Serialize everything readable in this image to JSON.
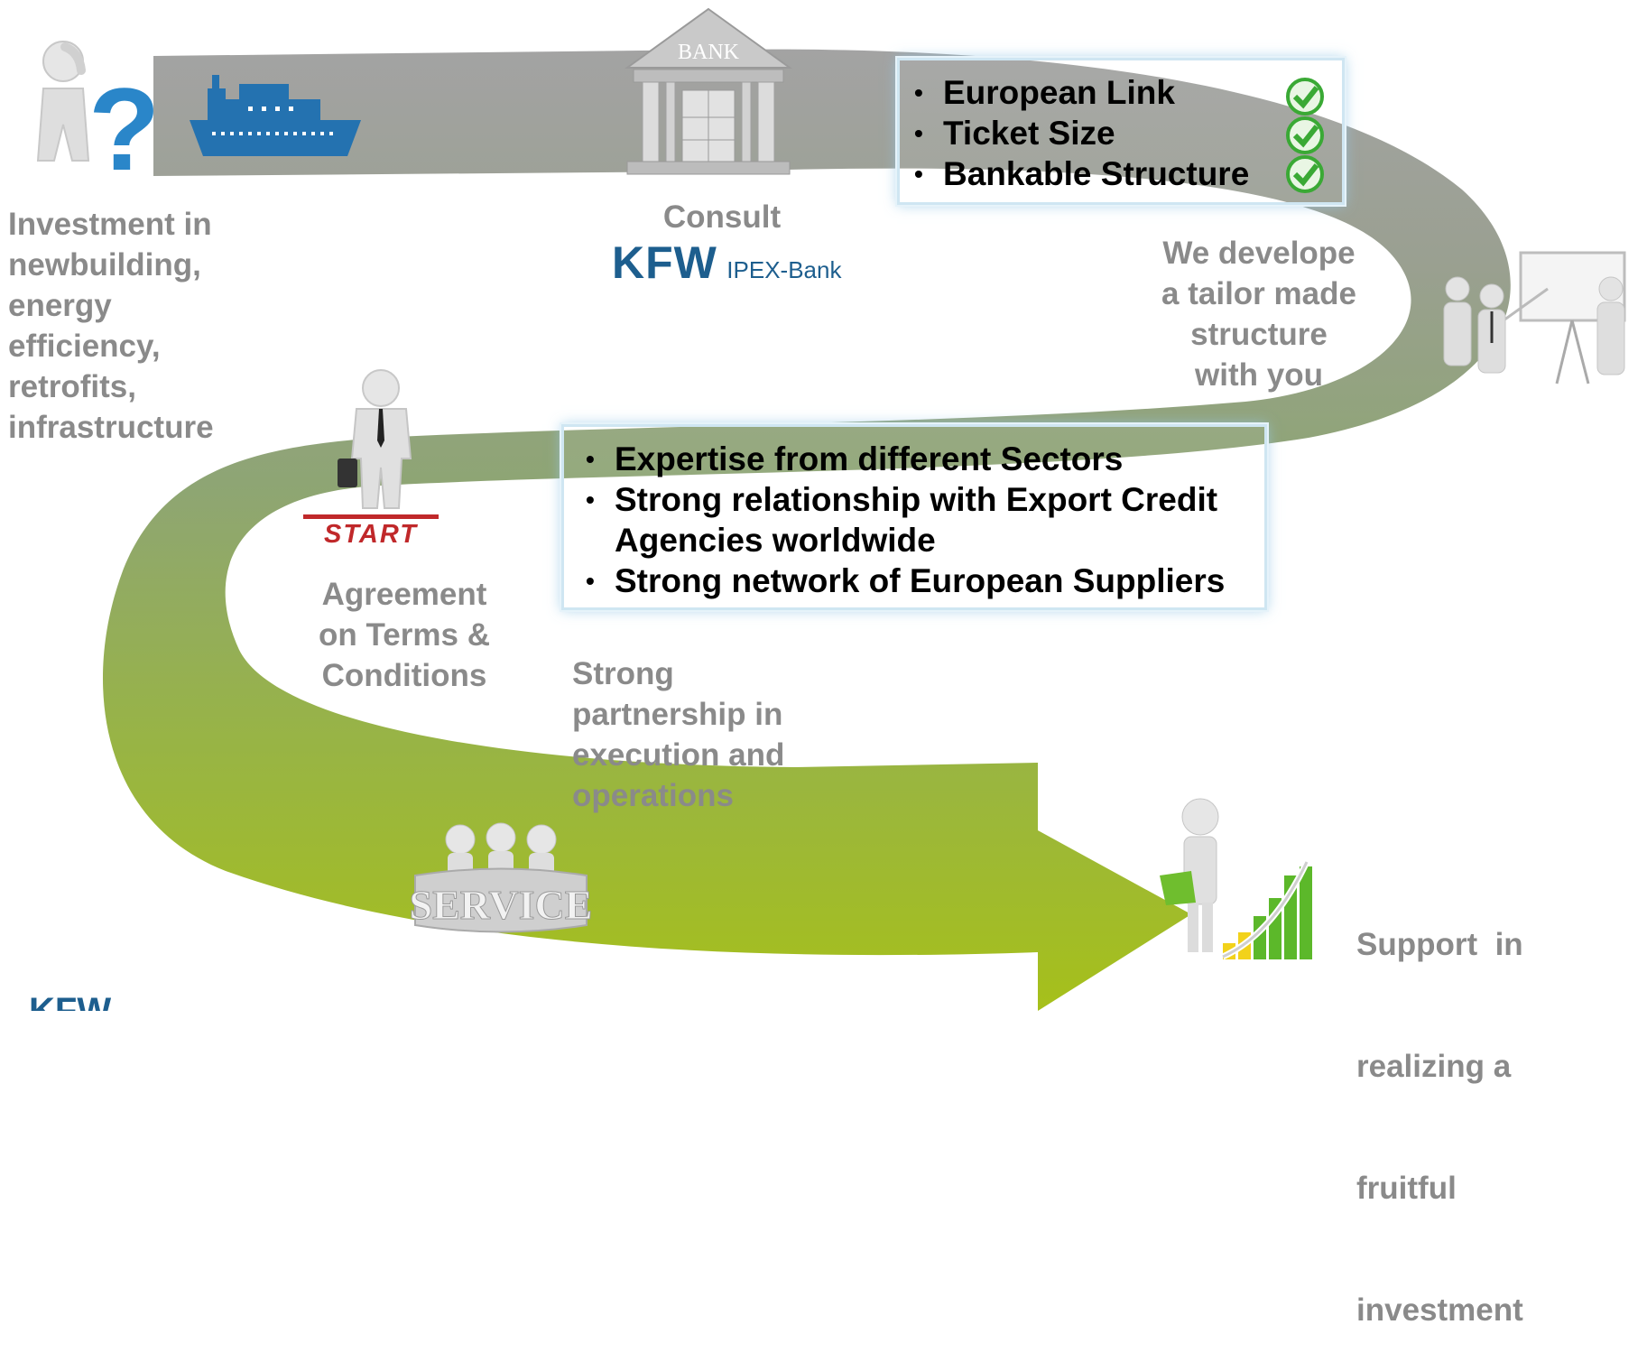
{
  "process": {
    "step_investment": [
      "Investment in",
      "newbuilding,",
      "energy",
      "efficiency,",
      "retrofits,",
      "infrastructure"
    ],
    "step_consult": "Consult",
    "brand_logo": "KFW",
    "brand_suffix": "IPEX-Bank",
    "bank_sign": "BANK",
    "step_develop": [
      "We develope",
      "a tailor made",
      "structure",
      "with you"
    ],
    "step_agreement": [
      "Agreement",
      "on Terms &",
      "Conditions"
    ],
    "step_partnership": [
      "Strong",
      "partnership in",
      "execution and",
      "operations"
    ],
    "step_support": [
      "Support  in",
      "realizing a",
      "fruitful",
      "investment"
    ],
    "start_label": "START",
    "service_label": "SERVICE",
    "footer_logo": "KFW"
  },
  "criteria_box": {
    "items": [
      "European Link",
      "Ticket Size",
      "Bankable Structure"
    ]
  },
  "strengths_box": {
    "items": [
      "Expertise from different Sectors",
      "Strong relationship with Export Credit Agencies worldwide",
      "Strong network of European Suppliers"
    ]
  },
  "colors": {
    "arrow_top": "#9a9a9a",
    "arrow_mid": "#8fa571",
    "arrow_bottom": "#a4be1c",
    "label_grey": "#8a8a8a",
    "kfw_blue": "#1d5e8e",
    "ship_blue": "#2472b0",
    "check_green": "#3aa935",
    "start_red": "#c0282a"
  },
  "icons": [
    "question-person-icon",
    "ship-icon",
    "bank-icon",
    "presentation-icon",
    "businessman-icon",
    "service-team-icon",
    "gardener-growth-icon",
    "checkmark-icon"
  ]
}
